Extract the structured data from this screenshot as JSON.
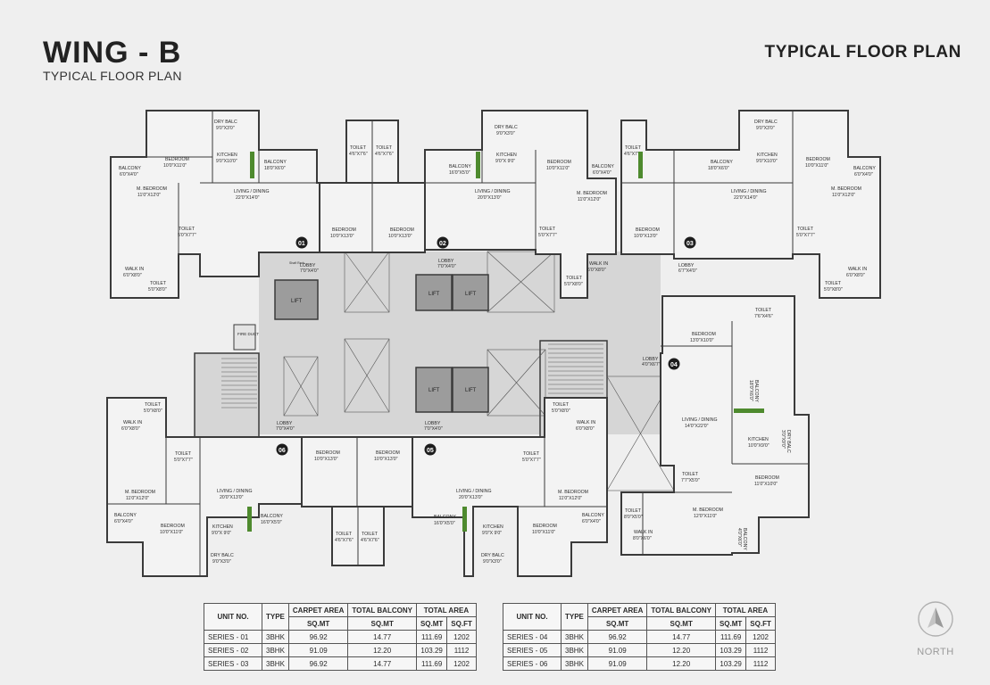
{
  "header": {
    "wing_title": "WING - B",
    "wing_subtitle": "TYPICAL FLOOR PLAN",
    "page_heading": "TYPICAL FLOOR PLAN"
  },
  "rooms": {
    "dry_balc_1": "DRY BALC",
    "dry_balc_1_dim": "9'0\"X3'0\"",
    "kitchen_1": "KITCHEN",
    "kitchen_1_dim": "9'0\"X10'0\"",
    "bedroom_1a": "BEDROOM",
    "bedroom_1a_dim": "10'0\"X11'0\"",
    "balcony_1a": "BALCONY",
    "balcony_1a_dim": "6'0\"X4'0\"",
    "m_bedroom_1": "M. BEDROOM",
    "m_bedroom_1_dim": "11'0\"X12'0\"",
    "living_1": "LIVING / DINING",
    "living_1_dim": "22'0\"X14'0\"",
    "balcony_1b": "BALCONY",
    "balcony_1b_dim": "18'0\"X6'0\"",
    "toilet_1a": "TOILET",
    "toilet_1a_dim": "5'0\"X7'7\"",
    "walkin_1": "WALK IN",
    "walkin_1_dim": "6'0\"X8'0\"",
    "toilet_1b": "TOILET",
    "toilet_1b_dim": "5'0\"X8'0\"",
    "toilet_t1": "TOILET",
    "toilet_t1_dim": "4'6\"X7'6\"",
    "toilet_t2": "TOILET",
    "toilet_t2_dim": "4'6\"X7'6\"",
    "bedroom_1c": "BEDROOM",
    "bedroom_1c_dim": "10'0\"X13'0\"",
    "bedroom_2a": "BEDROOM",
    "bedroom_2a_dim": "10'0\"X13'0\"",
    "balcony_2": "BALCONY",
    "balcony_2_dim": "16'0\"X5'0\"",
    "dry_balc_2": "DRY BALC",
    "dry_balc_2_dim": "9'0\"X3'0\"",
    "kitchen_2": "KITCHEN",
    "kitchen_2_dim": "9'0\"X 9'0\"",
    "living_2": "LIVING / DINING",
    "living_2_dim": "20'0\"X13'0\"",
    "bedroom_2b": "BEDROOM",
    "bedroom_2b_dim": "10'0\"X11'0\"",
    "balcony_2b": "BALCONY",
    "balcony_2b_dim": "6'0\"X4'0\"",
    "m_bedroom_2": "M. BEDROOM",
    "m_bedroom_2_dim": "11'0\"X12'0\"",
    "toilet_2a": "TOILET",
    "toilet_2a_dim": "5'0\"X7'7\"",
    "walkin_2": "WALK IN",
    "walkin_2_dim": "6'0\"X8'0\"",
    "toilet_2b": "TOILET",
    "toilet_2b_dim": "5'0\"X8'0\"",
    "lobby_2": "LOBBY",
    "lobby_2_dim": "7'0\"X4'0\"",
    "lobby_1": "LOBBY",
    "lobby_1_dim": "7'0\"X4'0\"",
    "toilet_t3": "TOILET",
    "toilet_t3_dim": "4'6\"X7'6\"",
    "balcony_3": "BALCONY",
    "balcony_3_dim": "18'0\"X6'0\"",
    "dry_balc_3": "DRY BALC",
    "dry_balc_3_dim": "9'0\"X3'0\"",
    "kitchen_3": "KITCHEN",
    "kitchen_3_dim": "9'0\"X10'0\"",
    "bedroom_3a": "BEDROOM",
    "bedroom_3a_dim": "10'0\"X11'0\"",
    "balcony_3b": "BALCONY",
    "balcony_3b_dim": "6'0\"X4'0\"",
    "m_bedroom_3": "M. BEDROOM",
    "m_bedroom_3_dim": "11'0\"X12'0\"",
    "living_3": "LIVING / DINING",
    "living_3_dim": "22'0\"X14'0\"",
    "toilet_3a": "TOILET",
    "toilet_3a_dim": "5'0\"X7'7\"",
    "walkin_3": "WALK IN",
    "walkin_3_dim": "6'0\"X8'0\"",
    "toilet_3b": "TOILET",
    "toilet_3b_dim": "5'0\"X8'0\"",
    "bedroom_3c": "BEDROOM",
    "bedroom_3c_dim": "10'0\"X13'0\"",
    "lobby_3": "LOBBY",
    "lobby_3_dim": "6'7\"X4'0\"",
    "toilet_4a": "TOILET",
    "toilet_4a_dim": "7'6\"X4'6\"",
    "bedroom_4a": "BEDROOM",
    "bedroom_4a_dim": "13'0\"X10'0\"",
    "lobby_4": "LOBBY",
    "lobby_4_dim": "4'0\"X6'7\"",
    "balcony_4": "BALCONY",
    "balcony_4_dim": "18'0\"X6'0\"",
    "living_4": "LIVING / DINING",
    "living_4_dim": "14'0\"X22'0\"",
    "kitchen_4": "KITCHEN",
    "kitchen_4_dim": "10'0\"X9'0\"",
    "dry_balc_4": "DRY BALC",
    "dry_balc_4_dim": "3'0\"X9'0\"",
    "toilet_4b": "TOILET",
    "toilet_4b_dim": "7'7\"X5'0\"",
    "bedroom_4b": "BEDROOM",
    "bedroom_4b_dim": "11'0\"X10'0\"",
    "toilet_4c": "TOILET",
    "toilet_4c_dim": "8'0\"X5'0\"",
    "m_bedroom_4": "M. BEDROOM",
    "m_bedroom_4_dim": "12'0\"X11'0\"",
    "walkin_4": "WALK IN",
    "walkin_4_dim": "8'0\"X6'0\"",
    "balcony_4b": "BALCONY",
    "balcony_4b_dim": "4'0\"X6'0\"",
    "toilet_6a": "TOILET",
    "toilet_6a_dim": "5'0\"X8'0\"",
    "walkin_6": "WALK IN",
    "walkin_6_dim": "6'0\"X8'0\"",
    "toilet_6b": "TOILET",
    "toilet_6b_dim": "5'0\"X7'7\"",
    "m_bedroom_6": "M. BEDROOM",
    "m_bedroom_6_dim": "11'0\"X12'0\"",
    "living_6": "LIVING / DINING",
    "living_6_dim": "20'0\"X13'0\"",
    "balcony_6": "BALCONY",
    "balcony_6_dim": "6'0\"X4'0\"",
    "bedroom_6a": "BEDROOM",
    "bedroom_6a_dim": "10'0\"X11'0\"",
    "kitchen_6": "KITCHEN",
    "kitchen_6_dim": "9'0\"X 9'0\"",
    "dry_balc_6": "DRY BALC",
    "dry_balc_6_dim": "9'0\"X3'0\"",
    "balcony_6b": "BALCONY",
    "balcony_6b_dim": "16'0\"X5'0\"",
    "bedroom_6b": "BEDROOM",
    "bedroom_6b_dim": "10'0\"X13'0\"",
    "lobby_6": "LOBBY",
    "lobby_6_dim": "7'0\"X4'0\"",
    "toilet_t6a": "TOILET",
    "toilet_t6a_dim": "4'6\"X7'6\"",
    "toilet_t6b": "TOILET",
    "toilet_t6b_dim": "4'6\"X7'6\"",
    "bedroom_5a": "BEDROOM",
    "bedroom_5a_dim": "10'0\"X13'0\"",
    "lobby_5": "LOBBY",
    "lobby_5_dim": "7'0\"X4'0\"",
    "living_5": "LIVING / DINING",
    "living_5_dim": "20'0\"X13'0\"",
    "balcony_5": "BALCONY",
    "balcony_5_dim": "16'0\"X5'0\"",
    "kitchen_5": "KITCHEN",
    "kitchen_5_dim": "9'0\"X 9'0\"",
    "dry_balc_5": "DRY BALC",
    "dry_balc_5_dim": "9'0\"X3'0\"",
    "toilet_5a": "TOILET",
    "toilet_5a_dim": "5'0\"X8'0\"",
    "walkin_5": "WALK IN",
    "walkin_5_dim": "6'0\"X8'0\"",
    "toilet_5b": "TOILET",
    "toilet_5b_dim": "5'0\"X7'7\"",
    "m_bedroom_5": "M. BEDROOM",
    "m_bedroom_5_dim": "11'0\"X12'0\"",
    "bedroom_5b": "BEDROOM",
    "bedroom_5b_dim": "10'0\"X11'0\"",
    "balcony_5b": "BALCONY",
    "balcony_5b_dim": "6'0\"X4'0\"",
    "lift": "LIFT",
    "fire_duct": "FIRE DUCT",
    "shaft": "Shaft Rack"
  },
  "unit_markers": [
    "01",
    "02",
    "03",
    "04",
    "05",
    "06"
  ],
  "table_headers": {
    "unit_no": "UNIT NO.",
    "type": "TYPE",
    "carpet_area": "CARPET AREA",
    "total_balcony": "TOTAL BALCONY",
    "total_area": "TOTAL AREA",
    "sqmt": "SQ.MT",
    "sqft": "SQ.FT"
  },
  "table_left": [
    {
      "unit": "SERIES - 01",
      "type": "3BHK",
      "carpet": "96.92",
      "balcony": "14.77",
      "total_sqmt": "111.69",
      "total_sqft": "1202"
    },
    {
      "unit": "SERIES - 02",
      "type": "3BHK",
      "carpet": "91.09",
      "balcony": "12.20",
      "total_sqmt": "103.29",
      "total_sqft": "1112"
    },
    {
      "unit": "SERIES - 03",
      "type": "3BHK",
      "carpet": "96.92",
      "balcony": "14.77",
      "total_sqmt": "111.69",
      "total_sqft": "1202"
    }
  ],
  "table_right": [
    {
      "unit": "SERIES - 04",
      "type": "3BHK",
      "carpet": "96.92",
      "balcony": "14.77",
      "total_sqmt": "111.69",
      "total_sqft": "1202"
    },
    {
      "unit": "SERIES - 05",
      "type": "3BHK",
      "carpet": "91.09",
      "balcony": "12.20",
      "total_sqmt": "103.29",
      "total_sqft": "1112"
    },
    {
      "unit": "SERIES - 06",
      "type": "3BHK",
      "carpet": "91.09",
      "balcony": "12.20",
      "total_sqmt": "103.29",
      "total_sqft": "1112"
    }
  ],
  "north_label": "NORTH",
  "colors": {
    "wall": "#3a3a3a",
    "core": "#d6d6d6",
    "lift": "#9c9c9c",
    "green": "#4e8a2e",
    "background": "#efefef"
  }
}
